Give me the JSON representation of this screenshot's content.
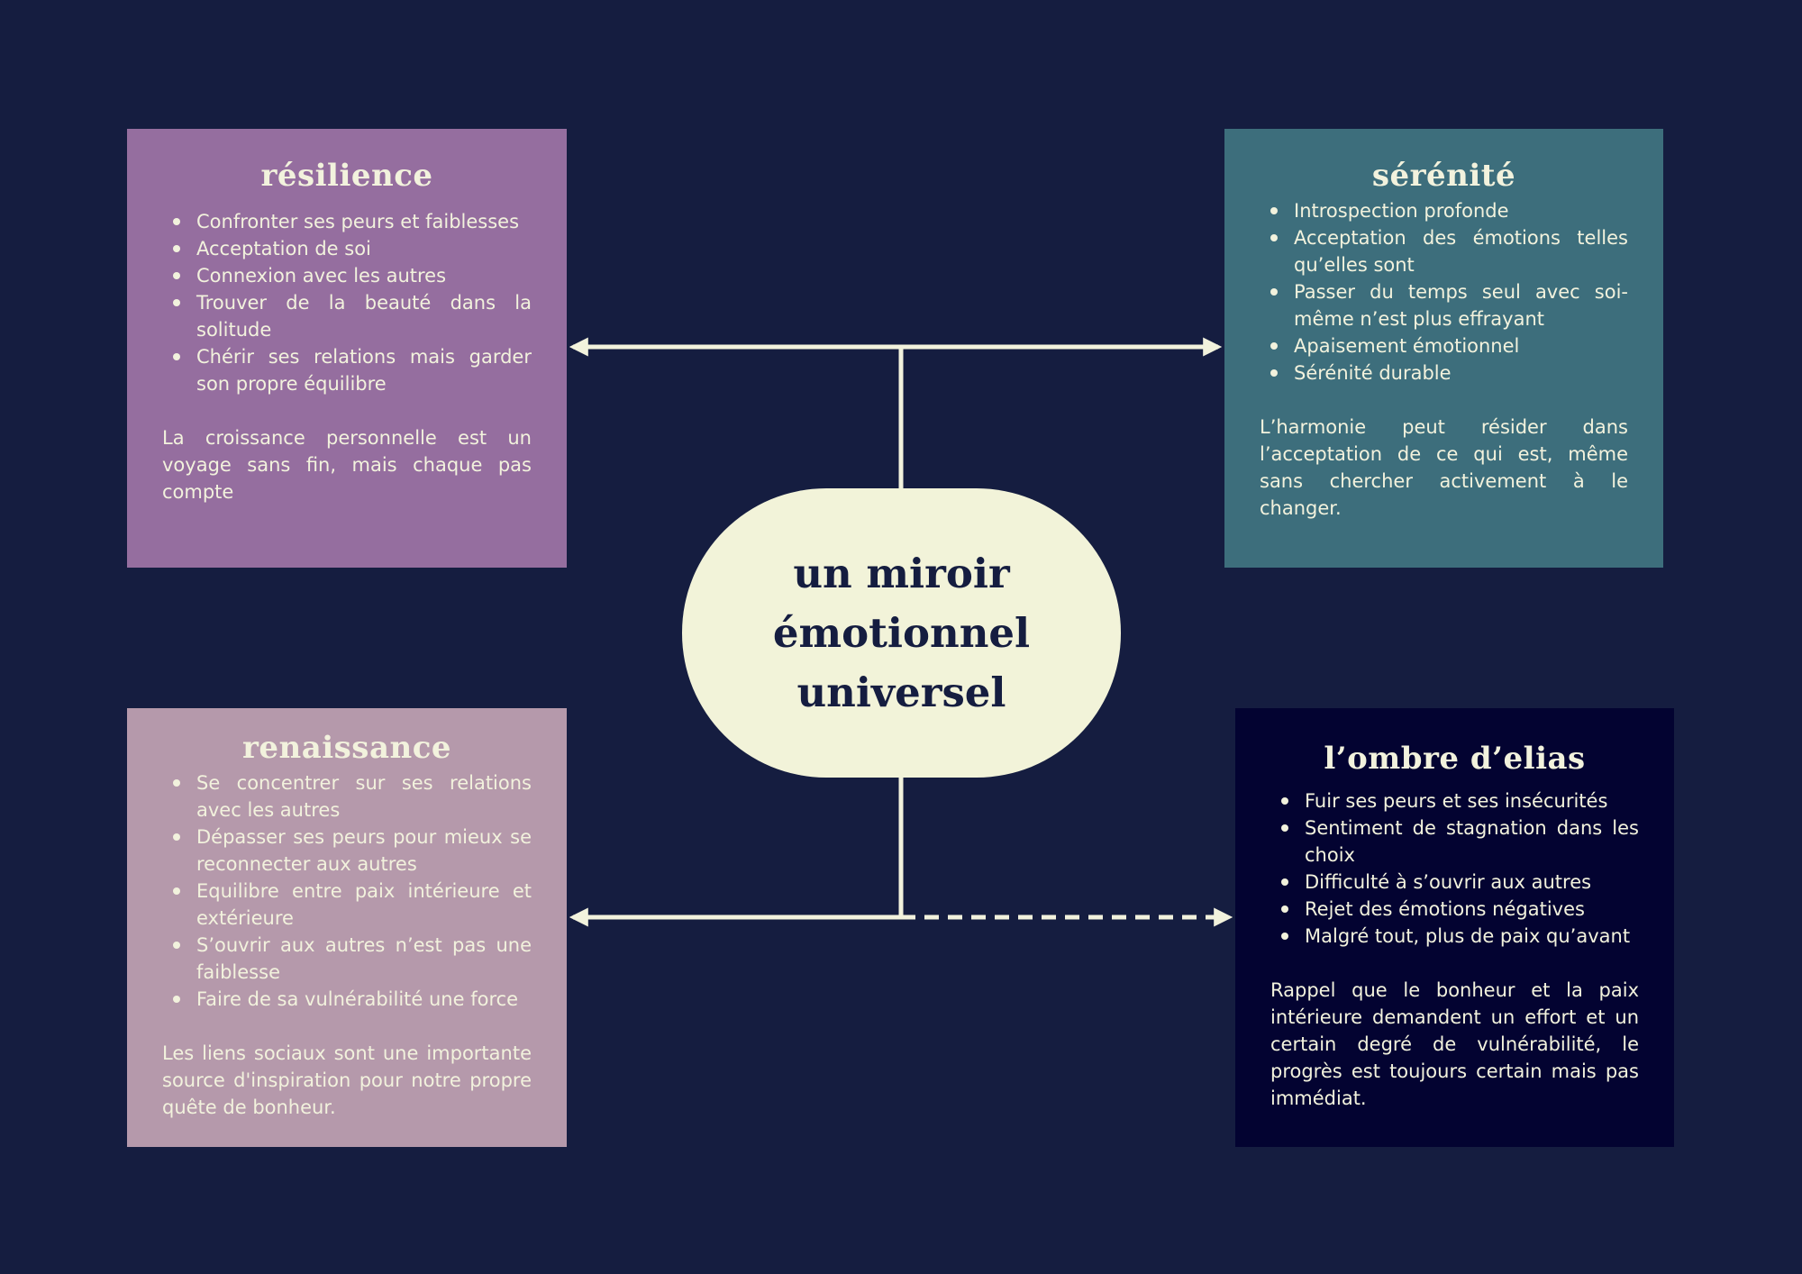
{
  "colors": {
    "background": "#151d40",
    "connector": "#f2f2dd",
    "center_fill": "#f2f3d9",
    "resilience": "#956e9f",
    "serenite": "#3d6e7c",
    "renaissance": "#b599ab",
    "ombre": "#030331"
  },
  "center": {
    "title": "un miroir émotionnel universel"
  },
  "boxes": {
    "resilience": {
      "title": "résilience",
      "items": [
        "Confronter ses peurs et faiblesses",
        "Acceptation de soi",
        "Connexion avec les autres",
        "Trouver de la beauté dans la solitude",
        "Chérir ses relations mais garder son propre équilibre"
      ],
      "note": "La croissance personnelle est un voyage sans fin, mais chaque pas compte"
    },
    "serenite": {
      "title": "sérénité",
      "items": [
        "Introspection profonde",
        "Acceptation des émotions telles qu’elles sont",
        "Passer du temps seul avec soi-même n’est plus effrayant",
        "Apaisement émotionnel",
        "Sérénité durable"
      ],
      "note": "L’harmonie peut résider dans l’acceptation de ce qui est, même sans chercher activement à le changer."
    },
    "renaissance": {
      "title": "renaissance",
      "items": [
        "Se concentrer sur ses relations avec les autres",
        "Dépasser ses peurs pour mieux se reconnecter aux autres",
        "Equilibre entre  paix intérieure et extérieure",
        "S’ouvrir aux autres n’est pas une faiblesse",
        "Faire de sa vulnérabilité une force"
      ],
      "note": "Les liens sociaux sont une importante source d'inspiration pour notre propre quête de bonheur."
    },
    "ombre": {
      "title": "l’ombre d’elias",
      "items": [
        "Fuir ses peurs et ses insécurités",
        "Sentiment de stagnation dans les choix",
        "Difficulté à s’ouvrir aux autres",
        "Rejet des émotions négatives",
        "Malgré tout, plus de paix qu’avant"
      ],
      "note": "Rappel que le bonheur et la paix intérieure demandent un effort et un certain degré de vulnérabilité, le progrès est toujours certain mais pas immédiat."
    }
  }
}
